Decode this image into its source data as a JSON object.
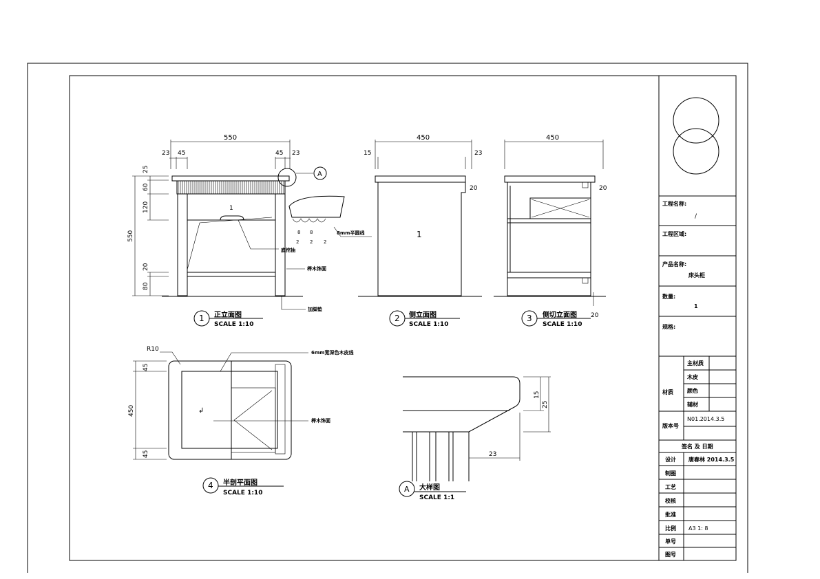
{
  "views": {
    "front": {
      "number": "1",
      "title": "正立面图",
      "scale": "SCALE 1:10",
      "dims": {
        "width": "550",
        "left_a": "23",
        "left_b": "45",
        "right_a": "45",
        "right_b": "23",
        "height": "550",
        "h25": "25",
        "h60": "60",
        "h120": "120",
        "h20": "20",
        "h80": "80"
      },
      "callout": "A",
      "labels": {
        "handle": "底挖抽",
        "veneer": "榉木饰面",
        "foot": "加脚垫",
        "bead": "8mm半圆线"
      },
      "detail_dims": [
        "8",
        "8",
        "2",
        "2",
        "2"
      ],
      "drawer_mark": "1"
    },
    "side": {
      "number": "2",
      "title": "侧立面图",
      "scale": "SCALE 1:10",
      "dims": {
        "width": "450",
        "left": "15",
        "right": "23",
        "step": "20"
      },
      "mark": "1"
    },
    "section": {
      "number": "3",
      "title": "侧切立面图",
      "scale": "SCALE 1:10",
      "dims": {
        "width": "450",
        "top": "20",
        "bottom": "20"
      }
    },
    "plan": {
      "number": "4",
      "title": "半剖平面图",
      "scale": "SCALE 1:10",
      "dims": {
        "radius": "R10",
        "h45a": "45",
        "h450": "450",
        "h45b": "45"
      },
      "labels": {
        "line": "6mm宽深色木皮线",
        "veneer": "榉木饰面"
      }
    },
    "detail": {
      "number": "A",
      "title": "大样图",
      "scale": "SCALE 1:1",
      "dims": {
        "h15": "15",
        "h25": "25",
        "w23": "23"
      }
    }
  },
  "title_block": {
    "project_name_label": "工程名称:",
    "project_name": "/",
    "project_area_label": "工程区域:",
    "product_name_label": "产品名称:",
    "product_name": "床头柜",
    "quantity_label": "数量:",
    "quantity": "1",
    "spec_label": "规格:",
    "material_label": "材质",
    "materials": [
      "主材质",
      "木皮",
      "颜色",
      "辅材"
    ],
    "version_label": "版本号",
    "version": "N01.2014.3.5",
    "sign_header": "签名 及 日期",
    "rows": [
      {
        "label": "设计",
        "value": "唐春林 2014.3.5"
      },
      {
        "label": "制图",
        "value": ""
      },
      {
        "label": "工艺",
        "value": ""
      },
      {
        "label": "校核",
        "value": ""
      },
      {
        "label": "批准",
        "value": ""
      },
      {
        "label": "比例",
        "value": "A3 1: 8"
      },
      {
        "label": "单号",
        "value": ""
      },
      {
        "label": "图号",
        "value": ""
      }
    ]
  }
}
